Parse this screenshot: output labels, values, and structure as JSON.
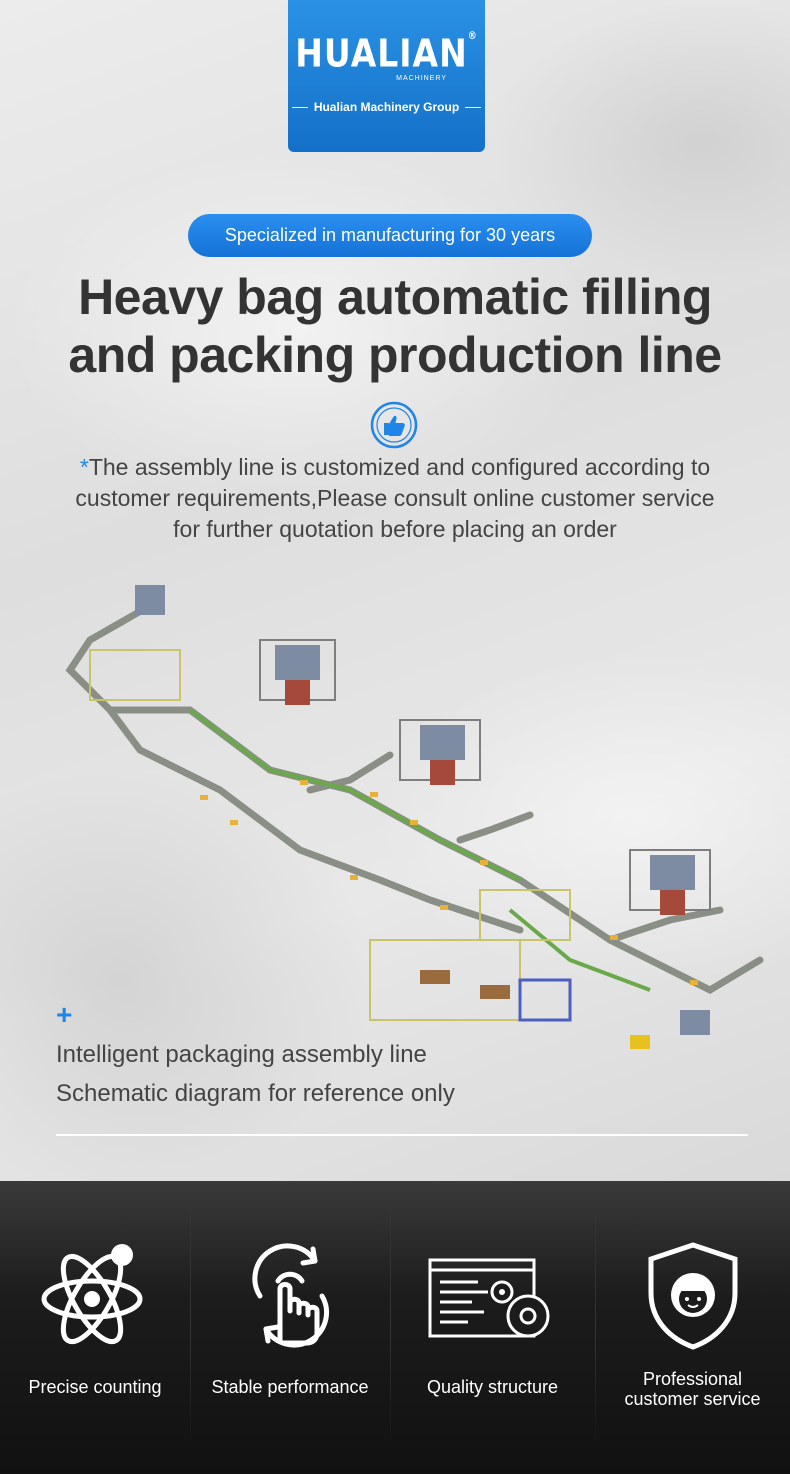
{
  "brand": {
    "logo_word": "HUALIAN",
    "logo_registered": "®",
    "logo_small": "MACHINERY",
    "group_name": "Hualian Machinery Group"
  },
  "badge": "Specialized in manufacturing for 30 years",
  "headline": {
    "line1": "Heavy bag automatic filling",
    "line2": "and packing production line"
  },
  "note": {
    "star": "*",
    "text_line1": "The assembly line is customized and configured according to",
    "text_line2": "customer requirements,Please consult online customer service",
    "text_line3": "for further quotation before placing an order"
  },
  "caption": {
    "plus": "+",
    "line1": "Intelligent packaging assembly line",
    "line2": "Schematic diagram for reference only"
  },
  "features": [
    {
      "label": "Precise counting",
      "icon": "atom-icon"
    },
    {
      "label": "Stable performance",
      "icon": "touch-hand-icon"
    },
    {
      "label": "Quality structure",
      "icon": "code-gears-icon"
    },
    {
      "label_line1": "Professional",
      "label_line2": "customer service",
      "icon": "shield-agent-icon"
    }
  ],
  "colors": {
    "accent_blue": "#1f85e6",
    "headline_text": "#333333",
    "dark_panel": "#1c1c1c"
  }
}
